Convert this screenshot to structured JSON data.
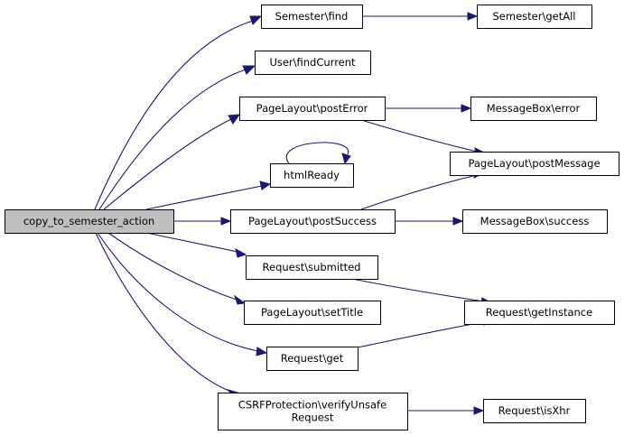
{
  "diagram": {
    "type": "call-graph",
    "root": "copy_to_semester_action",
    "colors": {
      "edge": "#191970",
      "root_fill": "#bfbfbf",
      "node_fill": "#ffffff",
      "node_border": "#000000"
    },
    "nodes": [
      {
        "id": "root",
        "label": [
          "copy_to_semester_action"
        ],
        "root": true
      },
      {
        "id": "semester_find",
        "label": [
          "Semester\\find"
        ]
      },
      {
        "id": "semester_getall",
        "label": [
          "Semester\\getAll"
        ]
      },
      {
        "id": "user_findcurrent",
        "label": [
          "User\\findCurrent"
        ]
      },
      {
        "id": "pagelayout_posterror",
        "label": [
          "PageLayout\\postError"
        ]
      },
      {
        "id": "messagebox_error",
        "label": [
          "MessageBox\\error"
        ]
      },
      {
        "id": "htmlready",
        "label": [
          "htmlReady"
        ]
      },
      {
        "id": "pagelayout_postmessage",
        "label": [
          "PageLayout\\postMessage"
        ]
      },
      {
        "id": "pagelayout_postsuccess",
        "label": [
          "PageLayout\\postSuccess"
        ]
      },
      {
        "id": "messagebox_success",
        "label": [
          "MessageBox\\success"
        ]
      },
      {
        "id": "request_submitted",
        "label": [
          "Request\\submitted"
        ]
      },
      {
        "id": "pagelayout_settitle",
        "label": [
          "PageLayout\\setTitle"
        ]
      },
      {
        "id": "request_getinstance",
        "label": [
          "Request\\getInstance"
        ]
      },
      {
        "id": "request_get",
        "label": [
          "Request\\get"
        ]
      },
      {
        "id": "csrf_verifyunsafe",
        "label": [
          "CSRFProtection\\verifyUnsafe",
          "Request"
        ]
      },
      {
        "id": "request_isxhr",
        "label": [
          "Request\\isXhr"
        ]
      }
    ],
    "edges": [
      {
        "from": "root",
        "to": "semester_find"
      },
      {
        "from": "root",
        "to": "user_findcurrent"
      },
      {
        "from": "root",
        "to": "pagelayout_posterror"
      },
      {
        "from": "root",
        "to": "htmlready"
      },
      {
        "from": "root",
        "to": "pagelayout_postsuccess"
      },
      {
        "from": "root",
        "to": "request_submitted"
      },
      {
        "from": "root",
        "to": "pagelayout_settitle"
      },
      {
        "from": "root",
        "to": "request_get"
      },
      {
        "from": "root",
        "to": "csrf_verifyunsafe"
      },
      {
        "from": "semester_find",
        "to": "semester_getall"
      },
      {
        "from": "pagelayout_posterror",
        "to": "messagebox_error"
      },
      {
        "from": "pagelayout_posterror",
        "to": "pagelayout_postmessage"
      },
      {
        "from": "htmlready",
        "to": "htmlready"
      },
      {
        "from": "pagelayout_postsuccess",
        "to": "pagelayout_postmessage"
      },
      {
        "from": "pagelayout_postsuccess",
        "to": "messagebox_success"
      },
      {
        "from": "request_submitted",
        "to": "request_getinstance"
      },
      {
        "from": "request_get",
        "to": "request_getinstance"
      },
      {
        "from": "csrf_verifyunsafe",
        "to": "request_isxhr"
      }
    ]
  }
}
